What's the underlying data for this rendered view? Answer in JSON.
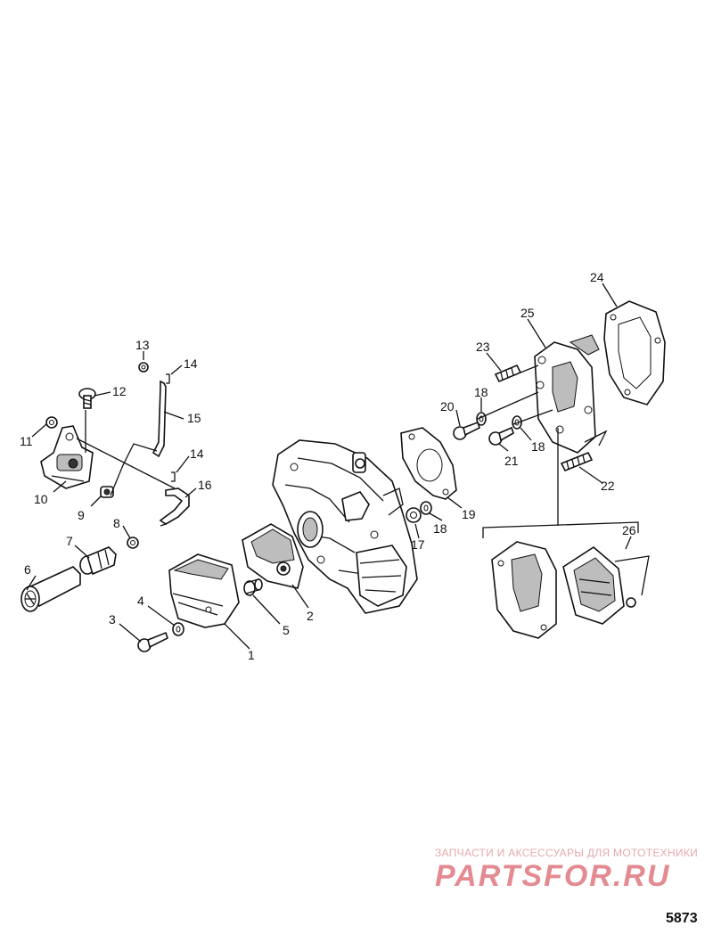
{
  "diagram": {
    "figure_number": "5873",
    "callouts": [
      "1",
      "2",
      "3",
      "4",
      "5",
      "6",
      "7",
      "8",
      "9",
      "10",
      "11",
      "12",
      "13",
      "14",
      "14",
      "15",
      "16",
      "17",
      "18",
      "18",
      "18",
      "19",
      "20",
      "21",
      "22",
      "23",
      "24",
      "25",
      "26"
    ]
  },
  "watermark": {
    "tagline": "ЗАПЧАСТИ И АКСЕССУАРЫ ДЛЯ МОТОТЕХНИКИ",
    "logo": "PARTSFOR.RU"
  }
}
